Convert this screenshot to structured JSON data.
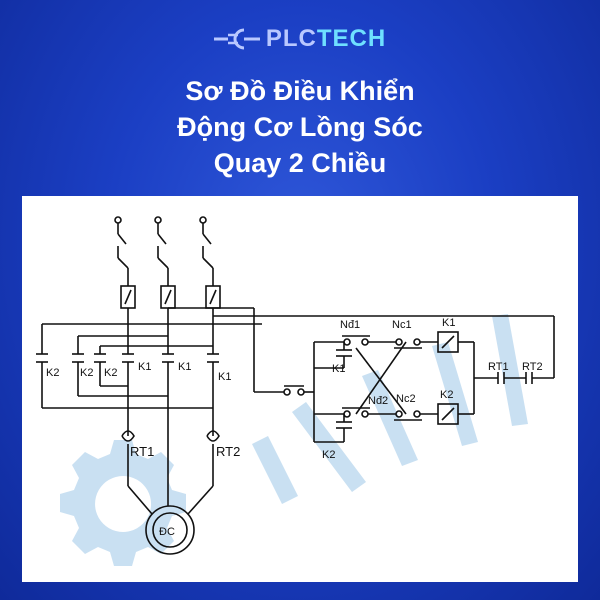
{
  "logo": {
    "text_a": "PLC",
    "text_b": "TECH"
  },
  "title": {
    "line1": "Sơ Đồ Điều Khiển",
    "line2": "Động Cơ Lồng Sóc",
    "line3": "Quay 2 Chiều"
  },
  "diagram": {
    "labels": {
      "k2_left": "K2",
      "k2_mid_a": "K2",
      "k2_mid_b": "K2",
      "k1_a": "K1",
      "k1_b": "K1",
      "k1_c": "K1",
      "rt1_motor": "RT1",
      "rt2_motor": "RT2",
      "motor": "ĐC",
      "nd1": "Nđ1",
      "nc1": "Nc1",
      "k1_coil": "K1",
      "k1_hold": "K1",
      "nd2": "Nđ2",
      "nc2": "Nc2",
      "k2_coil": "K2",
      "k2_hold": "K2",
      "rt1_ctrl": "RT1",
      "rt2_ctrl": "RT2"
    }
  },
  "colors": {
    "background": "#1b3fc4",
    "panel": "#ffffff",
    "title": "#ffffff",
    "watermark": "#9cc6e8"
  }
}
